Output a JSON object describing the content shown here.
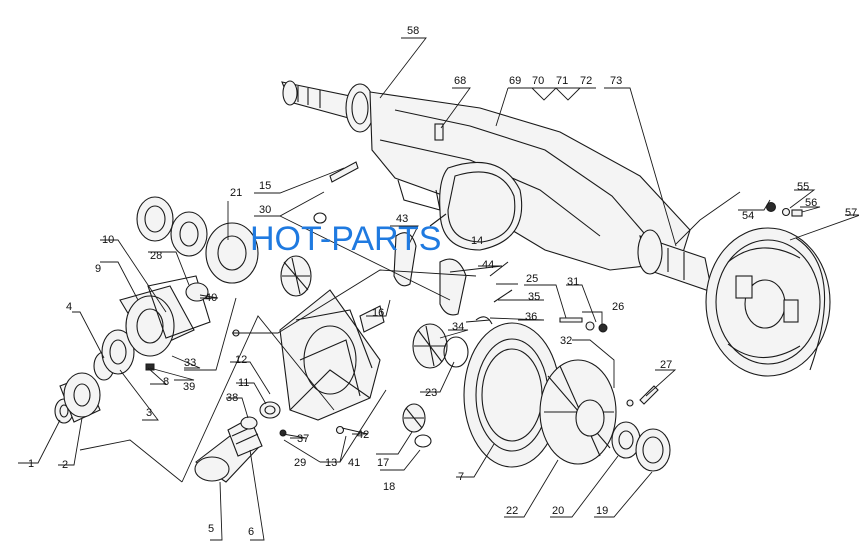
{
  "watermark": "HOT-PARTS",
  "colors": {
    "line": "#1a1a1a",
    "watermark": "#1f7ae0",
    "background": "#ffffff"
  },
  "callouts": {
    "c1": "1",
    "c2": "2",
    "c3": "3",
    "c4": "4",
    "c5": "5",
    "c6": "6",
    "c7": "7",
    "c8": "8",
    "c9": "9",
    "c10": "10",
    "c11": "11",
    "c12": "12",
    "c13": "13",
    "c14": "14",
    "c15": "15",
    "c16": "16",
    "c17": "17",
    "c18": "18",
    "c19": "19",
    "c20": "20",
    "c21": "21",
    "c22": "22",
    "c23": "23",
    "c25": "25",
    "c26": "26",
    "c27": "27",
    "c28": "28",
    "c29": "29",
    "c30": "30",
    "c31": "31",
    "c32": "32",
    "c33": "33",
    "c34": "34",
    "c35": "35",
    "c36": "36",
    "c37": "37",
    "c38": "38",
    "c39": "39",
    "c40": "40",
    "c41": "41",
    "c42": "42",
    "c43": "43",
    "c44": "44",
    "c54": "54",
    "c55": "55",
    "c56": "56",
    "c57": "57",
    "c58": "58",
    "c68": "68",
    "c69": "69",
    "c70": "70",
    "c71": "71",
    "c72": "72",
    "c73": "73"
  }
}
